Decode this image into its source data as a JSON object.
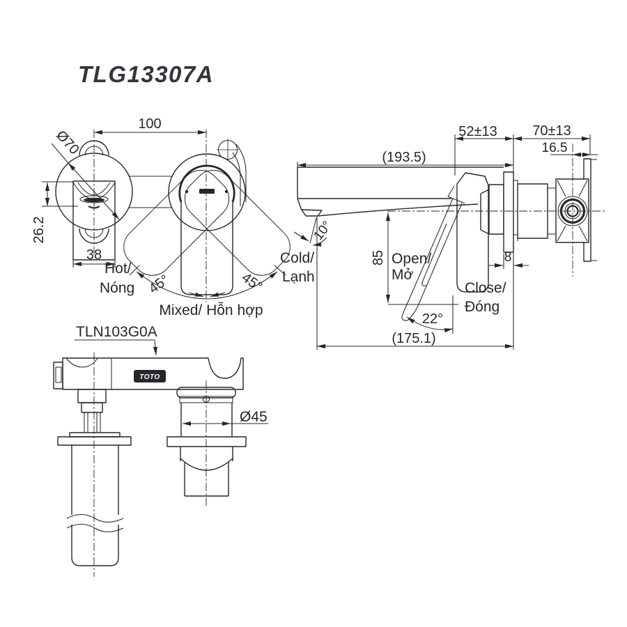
{
  "title": "TLG13307A",
  "front": {
    "dim_center_distance": "100",
    "dim_escutcheon_diameter": "Ø70",
    "dim_spout_projection": "26.2",
    "dim_spout_width": "38",
    "dim_handle_angle_left": "45°",
    "dim_handle_angle_right": "45°",
    "label_hot_en": "Hot/",
    "label_hot_vi": "Nóng",
    "label_cold_en": "Cold/",
    "label_cold_vi": "Lạnh",
    "label_mixed": "Mixed/ Hỗn hợp"
  },
  "side": {
    "dim_total_projection": "(193.5)",
    "dim_handle_to_wall": "52±13",
    "dim_embed_depth": "70±13",
    "dim_plate_offset": "16.5",
    "dim_handle_height": "85",
    "dim_flange_thickness": "8",
    "dim_spout_angle": "10°",
    "dim_open_angle": "22°",
    "dim_spout_length": "(175.1)",
    "label_open_en": "Open/",
    "label_open_vi": "Mở",
    "label_close_en": "Close/",
    "label_close_vi": "Đóng"
  },
  "bottom": {
    "part_number": "TLN103G0A",
    "dim_pipe_diameter": "Ø45",
    "logo": "TOTO"
  },
  "colors": {
    "line": "#26262b",
    "background": "#ffffff",
    "title": "#34343c"
  }
}
